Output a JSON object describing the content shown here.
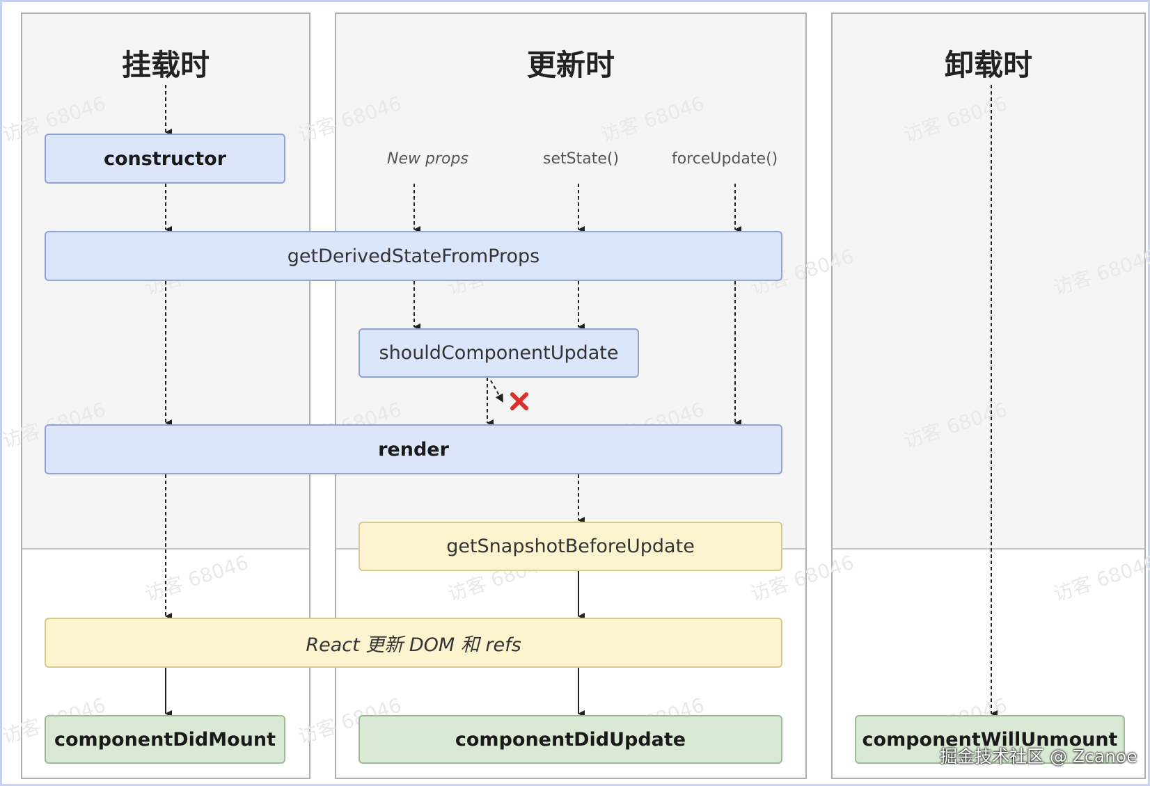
{
  "columns": {
    "mount": "挂载时",
    "update": "更新时",
    "unmount": "卸载时"
  },
  "triggers": {
    "new_props": "New props",
    "set_state": "setState()",
    "force_update": "forceUpdate()"
  },
  "nodes": {
    "constructor": "constructor",
    "get_derived": "getDerivedStateFromProps",
    "should_update": "shouldComponentUpdate",
    "render": "render",
    "snapshot": "getSnapshotBeforeUpdate",
    "react_update_dom": "React 更新 DOM 和 refs",
    "did_mount": "componentDidMount",
    "did_update": "componentDidUpdate",
    "will_unmount": "componentWillUnmount"
  },
  "watermark": "访客 68046",
  "credit": "掘金技术社区 @ Zcanoe",
  "colors": {
    "blue": "#dbe6fb",
    "yellow": "#fcf3cf",
    "green": "#d9e9d4",
    "cancel": "#d9302c"
  }
}
